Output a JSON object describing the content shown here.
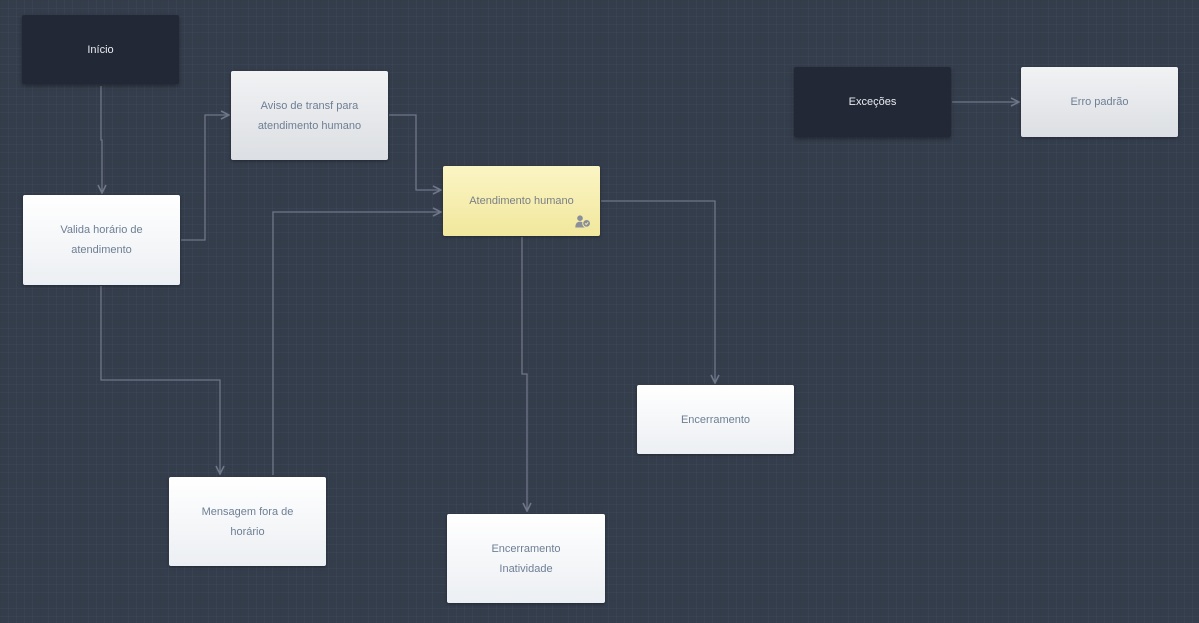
{
  "flow": {
    "nodes": [
      {
        "id": "inicio",
        "label": "Início",
        "style": "dark"
      },
      {
        "id": "aviso",
        "label": "Aviso de transf para\natendimento humano",
        "style": "grey"
      },
      {
        "id": "valida",
        "label": "Valida horário de\natendimento",
        "style": "light"
      },
      {
        "id": "atendimento",
        "label": "Atendimento humano",
        "style": "yellow",
        "icon": "human-agent-icon"
      },
      {
        "id": "mensagem",
        "label": "Mensagem fora de\nhorário",
        "style": "light"
      },
      {
        "id": "encerramento",
        "label": "Encerramento",
        "style": "light"
      },
      {
        "id": "inatividade",
        "label": "Encerramento\nInatividade",
        "style": "light"
      },
      {
        "id": "excecoes",
        "label": "Exceções",
        "style": "dark"
      },
      {
        "id": "erro",
        "label": "Erro padrão",
        "style": "grey"
      }
    ],
    "edges": [
      {
        "from": "inicio",
        "to": "valida"
      },
      {
        "from": "valida",
        "to": "aviso"
      },
      {
        "from": "valida",
        "to": "mensagem"
      },
      {
        "from": "aviso",
        "to": "atendimento"
      },
      {
        "from": "mensagem",
        "to": "atendimento"
      },
      {
        "from": "atendimento",
        "to": "encerramento"
      },
      {
        "from": "atendimento",
        "to": "inatividade"
      },
      {
        "from": "excecoes",
        "to": "erro"
      }
    ]
  },
  "colors": {
    "canvas": "#343d4c",
    "connector": "#6e7788",
    "dark_node": "#222835",
    "light_node": "#f4f6f8",
    "highlight_node": "#f6eeb0",
    "text": "#6e7f94"
  }
}
